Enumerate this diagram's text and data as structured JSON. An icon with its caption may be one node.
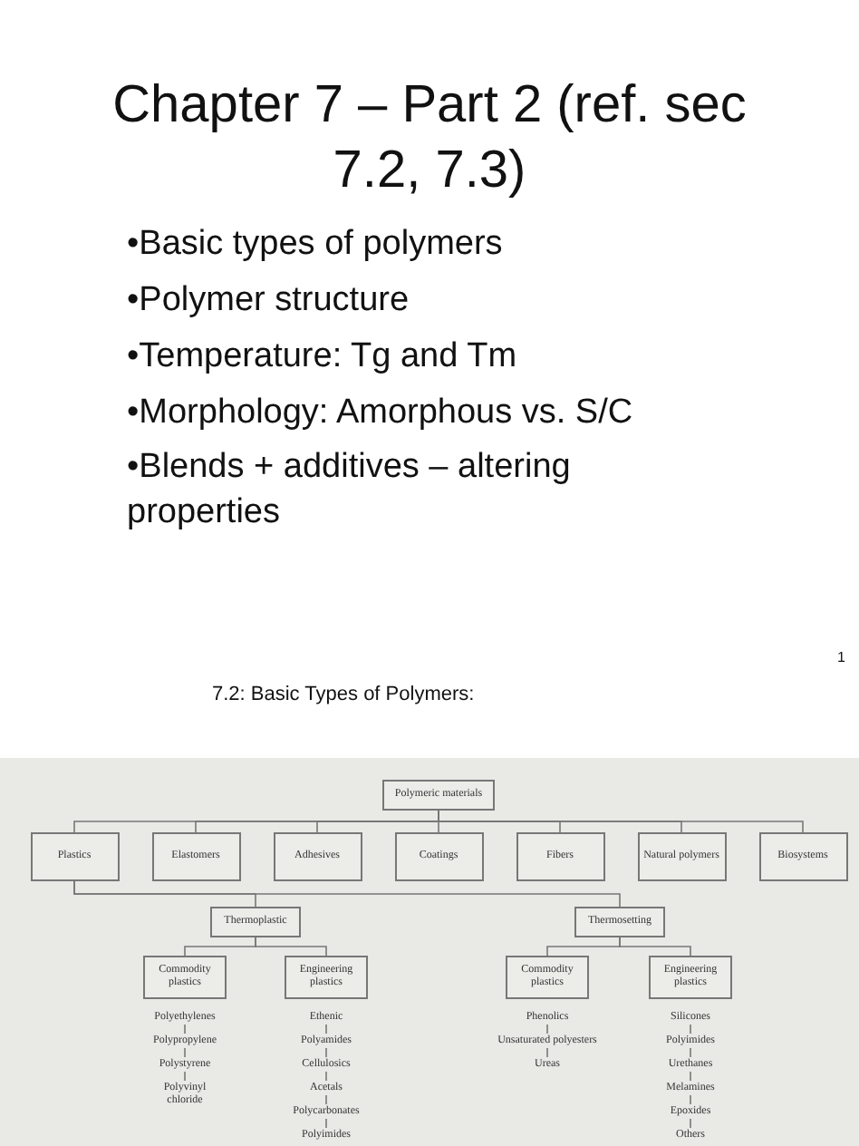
{
  "diagram": {
    "title": "Chapter 7 – Part 2 (ref. sec 7.2, 7.3)",
    "nodes": [
      {
        "text": [
          "Polymeric materials"
        ]
      },
      {
        "text": [
          "Plastics"
        ]
      },
      {
        "text": [
          "Elastomers"
        ]
      },
      {
        "text": [
          "Adhesives"
        ]
      },
      {
        "text": [
          "Coatings"
        ]
      },
      {
        "text": [
          "Fibers"
        ]
      },
      {
        "text": [
          "Natural polymers"
        ]
      },
      {
        "text": [
          "Biosystems"
        ]
      },
      {
        "text": [
          "Thermoplastic"
        ]
      },
      {
        "text": [
          "Thermosetting"
        ]
      },
      {
        "text": [
          "Commodity plastics"
        ]
      },
      {
        "text": [
          "Engineering plastics"
        ]
      },
      {
        "text": [
          "Commodity plastics"
        ]
      },
      {
        "text": [
          "Engineering plastics"
        ]
      },
      {
        "text": [
          "Polyethylenes"
        ]
      },
      {
        "text": [
          "Polypropylene"
        ]
      },
      {
        "text": [
          "Polystyrene"
        ]
      },
      {
        "text": [
          "Polyvinyl chloride"
        ]
      },
      {
        "text": [
          "Ethenic"
        ]
      },
      {
        "text": [
          "Polyamides"
        ]
      },
      {
        "text": [
          "Cellulosics"
        ]
      },
      {
        "text": [
          "Acetals"
        ]
      },
      {
        "text": [
          "Polycarbonates"
        ]
      },
      {
        "text": [
          "Polyimides"
        ]
      },
      {
        "text": [
          "Phenolics"
        ]
      },
      {
        "text": [
          "Unsaturated polyesters"
        ]
      },
      {
        "text": [
          "Ureas"
        ]
      },
      {
        "text": [
          "Silicones"
        ]
      },
      {
        "text": [
          "Polyimides"
        ]
      },
      {
        "text": [
          "Urethanes"
        ]
      },
      {
        "text": [
          "Melamines"
        ]
      },
      {
        "text": [
          "Epoxides"
        ]
      },
      {
        "text": [
          "Others"
        ]
      }
    ],
    "edges": [
      {
        "from": 0,
        "to": 1,
        "arrow": "none"
      },
      {
        "from": 0,
        "to": 2,
        "arrow": "none"
      },
      {
        "from": 0,
        "to": 3,
        "arrow": "none"
      },
      {
        "from": 0,
        "to": 4,
        "arrow": "none"
      },
      {
        "from": 0,
        "to": 5,
        "arrow": "none"
      },
      {
        "from": 0,
        "to": 6,
        "arrow": "none"
      },
      {
        "from": 0,
        "to": 7,
        "arrow": "none"
      },
      {
        "from": 1,
        "to": 8,
        "arrow": "none"
      },
      {
        "from": 1,
        "to": 9,
        "arrow": "none"
      },
      {
        "from": 8,
        "to": 10,
        "arrow": "none"
      },
      {
        "from": 8,
        "to": 11,
        "arrow": "none"
      },
      {
        "from": 9,
        "to": 12,
        "arrow": "none"
      },
      {
        "from": 9,
        "to": 13,
        "arrow": "none"
      },
      {
        "from": 14,
        "to": 15,
        "arrow": "none"
      },
      {
        "from": 15,
        "to": 16,
        "arrow": "none"
      },
      {
        "from": 16,
        "to": 17,
        "arrow": "none"
      },
      {
        "from": 18,
        "to": 19,
        "arrow": "none"
      },
      {
        "from": 19,
        "to": 20,
        "arrow": "none"
      },
      {
        "from": 20,
        "to": 21,
        "arrow": "none"
      },
      {
        "from": 21,
        "to": 22,
        "arrow": "none"
      },
      {
        "from": 22,
        "to": 23,
        "arrow": "none"
      },
      {
        "from": 24,
        "to": 25,
        "arrow": "none"
      },
      {
        "from": 25,
        "to": 26,
        "arrow": "none"
      },
      {
        "from": 27,
        "to": 28,
        "arrow": "none"
      },
      {
        "from": 28,
        "to": 29,
        "arrow": "none"
      },
      {
        "from": 29,
        "to": 30,
        "arrow": "none"
      },
      {
        "from": 30,
        "to": 31,
        "arrow": "none"
      },
      {
        "from": 31,
        "to": 32,
        "arrow": "none"
      }
    ],
    "labels": [
      "•Basic types of polymers",
      "•Polymer structure",
      "•Temperature: Tg and Tm",
      "•Morphology: Amorphous vs. S/C",
      "•Blends + additives – altering properties",
      "1",
      "7.2: Basic Types of Polymers:"
    ]
  }
}
